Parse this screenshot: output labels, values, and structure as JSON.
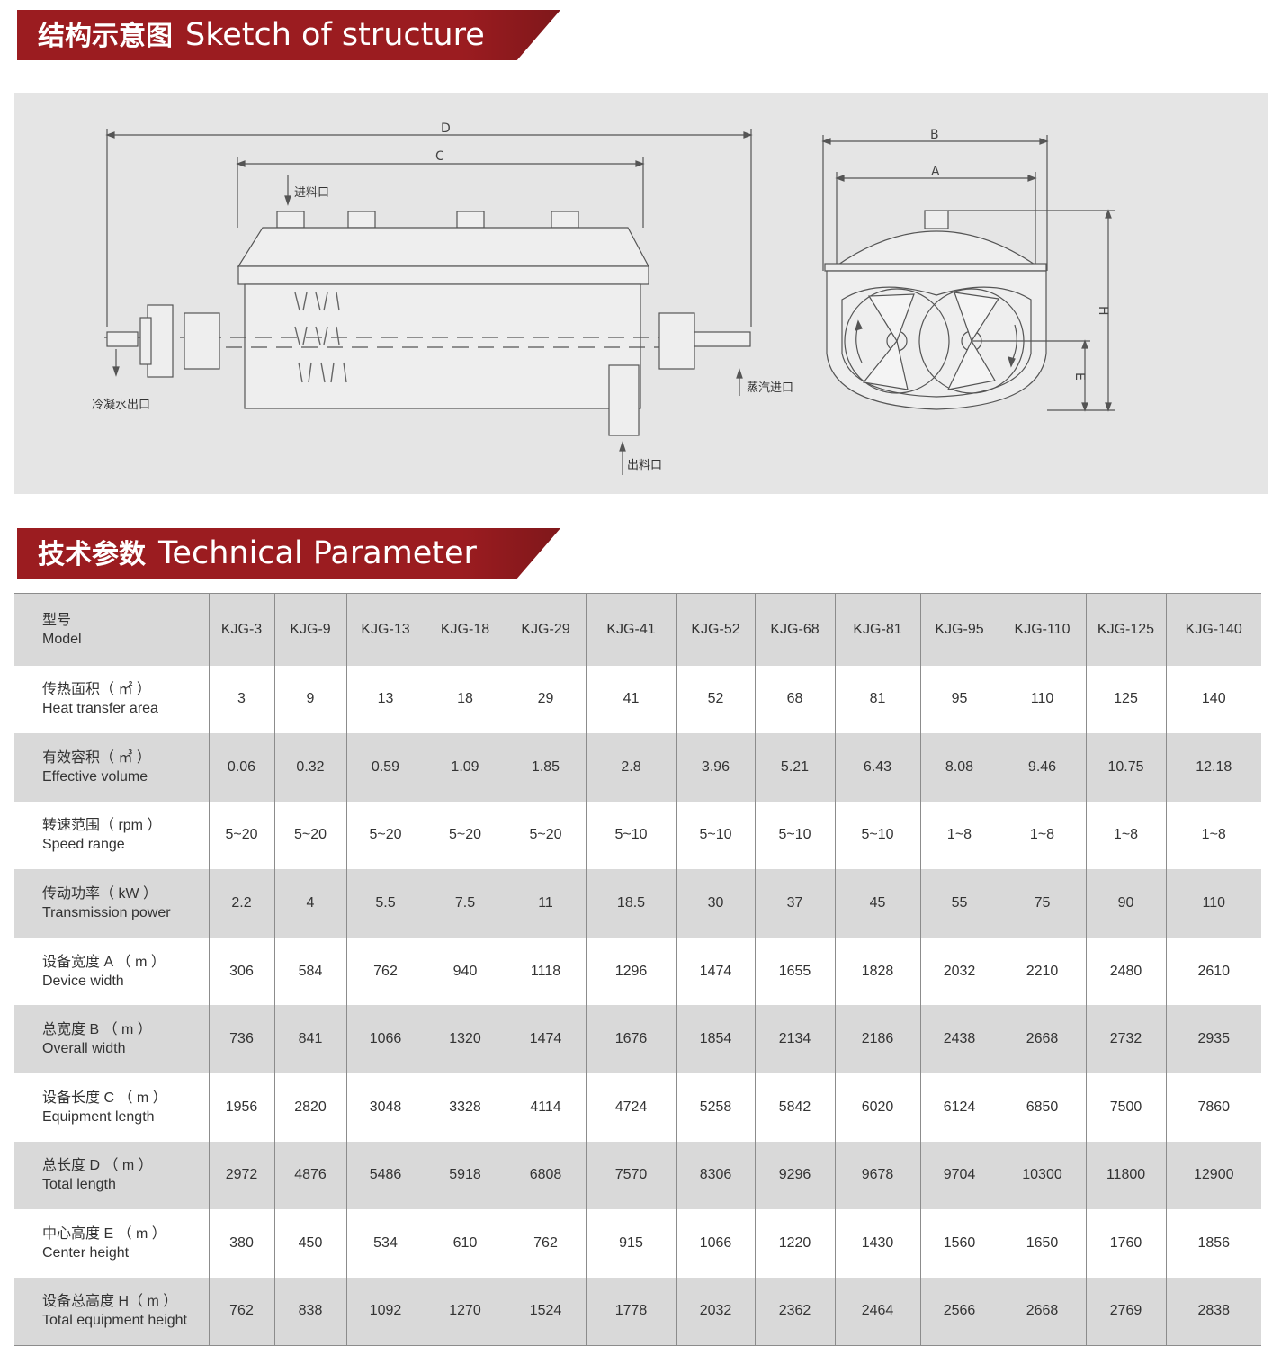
{
  "sections": {
    "sketch": {
      "title_cn": "结构示意图",
      "title_en": "Sketch of structure"
    },
    "params": {
      "title_cn": "技术参数",
      "title_en": "Technical Parameter"
    }
  },
  "drawing": {
    "dim_labels": {
      "D": "D",
      "C": "C",
      "B": "B",
      "A": "A",
      "H": "H",
      "E": "E"
    },
    "callouts": {
      "inlet": "进料口",
      "condensate_outlet": "冷凝水出口",
      "steam_inlet": "蒸汽进口",
      "outlet": "出料口"
    }
  },
  "table": {
    "header": {
      "label_cn": "型号",
      "label_en": "Model",
      "models": [
        "KJG-3",
        "KJG-9",
        "KJG-13",
        "KJG-18",
        "KJG-29",
        "KJG-41",
        "KJG-52",
        "KJG-68",
        "KJG-81",
        "KJG-95",
        "KJG-110",
        "KJG-125",
        "KJG-140"
      ]
    },
    "rows": [
      {
        "cn": "传热面积（ ㎡ ）",
        "en": "Heat transfer area",
        "values": [
          "3",
          "9",
          "13",
          "18",
          "29",
          "41",
          "52",
          "68",
          "81",
          "95",
          "110",
          "125",
          "140"
        ]
      },
      {
        "cn": "有效容积（ ㎥ ）",
        "en": "Effective volume",
        "values": [
          "0.06",
          "0.32",
          "0.59",
          "1.09",
          "1.85",
          "2.8",
          "3.96",
          "5.21",
          "6.43",
          "8.08",
          "9.46",
          "10.75",
          "12.18"
        ]
      },
      {
        "cn": "转速范围（ rpm ）",
        "en": "Speed range",
        "values": [
          "5~20",
          "5~20",
          "5~20",
          "5~20",
          "5~20",
          "5~10",
          "5~10",
          "5~10",
          "5~10",
          "1~8",
          "1~8",
          "1~8",
          "1~8"
        ]
      },
      {
        "cn": "传动功率（ kW ）",
        "en": "Transmission power",
        "values": [
          "2.2",
          "4",
          "5.5",
          "7.5",
          "11",
          "18.5",
          "30",
          "37",
          "45",
          "55",
          "75",
          "90",
          "110"
        ]
      },
      {
        "cn": "设备宽度 A （ m ）",
        "en": "Device width",
        "values": [
          "306",
          "584",
          "762",
          "940",
          "1118",
          "1296",
          "1474",
          "1655",
          "1828",
          "2032",
          "2210",
          "2480",
          "2610"
        ]
      },
      {
        "cn": "总宽度 B （ m ）",
        "en": "Overall width",
        "values": [
          "736",
          "841",
          "1066",
          "1320",
          "1474",
          "1676",
          "1854",
          "2134",
          "2186",
          "2438",
          "2668",
          "2732",
          "2935"
        ]
      },
      {
        "cn": "设备长度 C （ m ）",
        "en": "Equipment length",
        "values": [
          "1956",
          "2820",
          "3048",
          "3328",
          "4114",
          "4724",
          "5258",
          "5842",
          "6020",
          "6124",
          "6850",
          "7500",
          "7860"
        ]
      },
      {
        "cn": "总长度 D （ m ）",
        "en": "Total length",
        "values": [
          "2972",
          "4876",
          "5486",
          "5918",
          "6808",
          "7570",
          "8306",
          "9296",
          "9678",
          "9704",
          "10300",
          "11800",
          "12900"
        ]
      },
      {
        "cn": "中心高度 E （ m ）",
        "en": "Center height",
        "values": [
          "380",
          "450",
          "534",
          "610",
          "762",
          "915",
          "1066",
          "1220",
          "1430",
          "1560",
          "1650",
          "1760",
          "1856"
        ]
      },
      {
        "cn": "设备总高度 H（ m ）",
        "en": "Total equipment height",
        "values": [
          "762",
          "838",
          "1092",
          "1270",
          "1524",
          "1778",
          "2032",
          "2362",
          "2464",
          "2566",
          "2668",
          "2769",
          "2838"
        ]
      }
    ]
  },
  "colors": {
    "banner": "#9b1c20",
    "sketch_bg": "#e5e5e5",
    "row_alt": "#d9d9d9"
  }
}
